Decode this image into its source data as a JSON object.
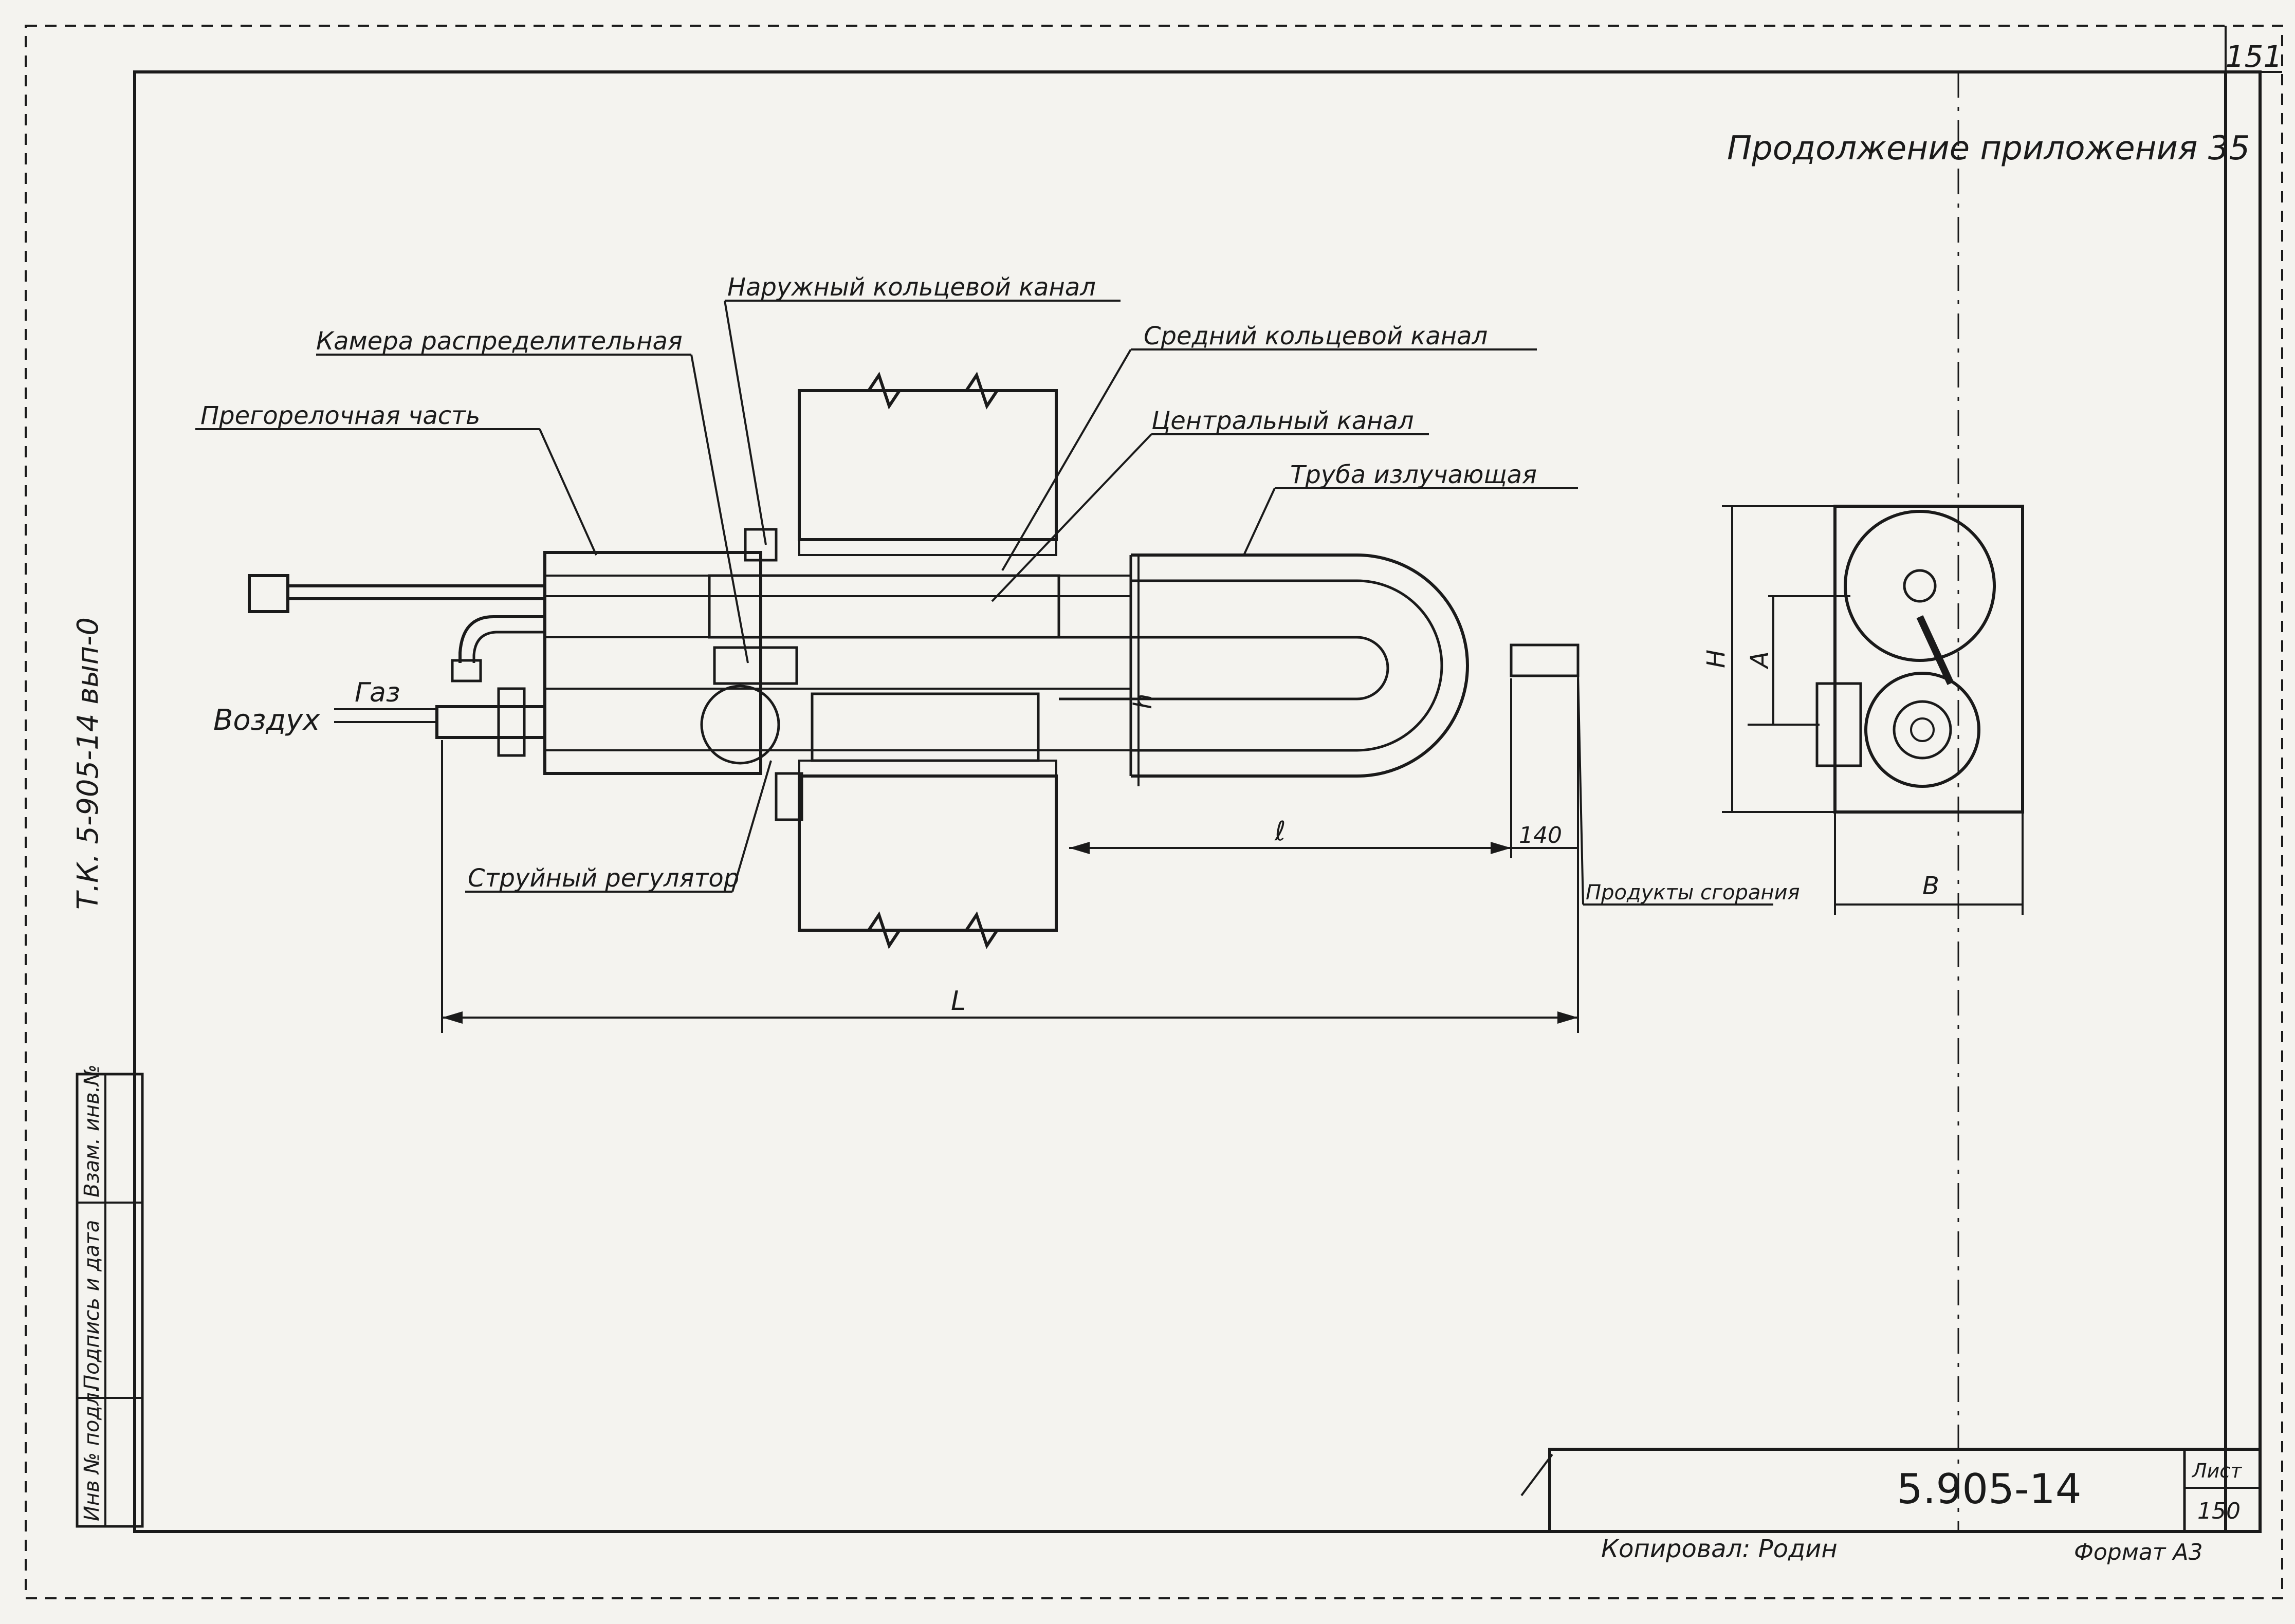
{
  "sheet_number_corner": "151",
  "appendix_caption": "Продолжение приложения 35",
  "left_code": "Т.К. 5-905-14  вып-0",
  "labels": {
    "outer_annular_channel": "Наружный кольцевой канал",
    "distribution_chamber": "Камера распределительная",
    "middle_annular_channel": "Средний кольцевой канал",
    "precombustion_part": "Прегорелочная часть",
    "central_channel": "Центральный канал",
    "radiant_tube": "Труба излучающая",
    "jet_regulator": "Струйный регулятор",
    "combustion_products": "Продукты сгорания",
    "gas": "Газ",
    "air": "Воздух"
  },
  "dimensions": {
    "h": "h",
    "l_small": "ℓ",
    "l_big": "L",
    "d140": "140",
    "H": "H",
    "A": "A",
    "B": "B"
  },
  "side_stamp": [
    "Инв № подл.",
    "Подпись и дата",
    "Взам. инв.№"
  ],
  "title_block": {
    "doc_number": "5.905-14",
    "sheet_label": "Лист",
    "sheet_value": "150"
  },
  "footer": {
    "copied_by": "Копировал: Родин",
    "format": "Формат А3"
  }
}
